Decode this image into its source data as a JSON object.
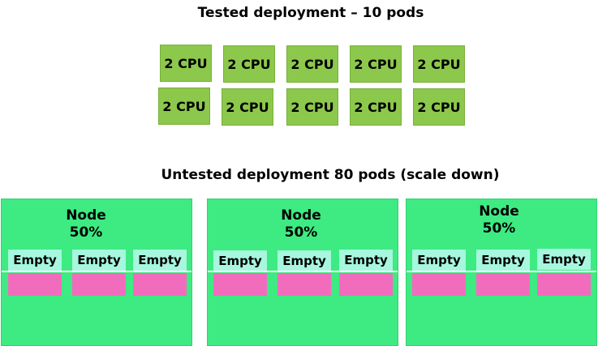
{
  "tested": {
    "title": "Tested deployment – 10 pods",
    "pods": [
      "2 CPU",
      "2 CPU",
      "2 CPU",
      "2 CPU",
      "2 CPU",
      "2 CPU",
      "2 CPU",
      "2 CPU",
      "2 CPU",
      "2 CPU"
    ]
  },
  "untested": {
    "title": "Untested deployment 80 pods (scale down)",
    "nodes": [
      {
        "label_line1": "Node",
        "label_line2": "50%",
        "slots": [
          "Empty",
          "Empty",
          "Empty"
        ]
      },
      {
        "label_line1": "Node",
        "label_line2": "50%",
        "slots": [
          "Empty",
          "Empty",
          "Empty"
        ]
      },
      {
        "label_line1": "Node",
        "label_line2": "50%",
        "slots": [
          "Empty",
          "Empty",
          "Empty"
        ]
      }
    ]
  },
  "colors": {
    "pod": "#8cc84b",
    "node": "#3deb82",
    "empty_slot": "#a6f7de",
    "occupied_slot": "#f26cbd"
  }
}
